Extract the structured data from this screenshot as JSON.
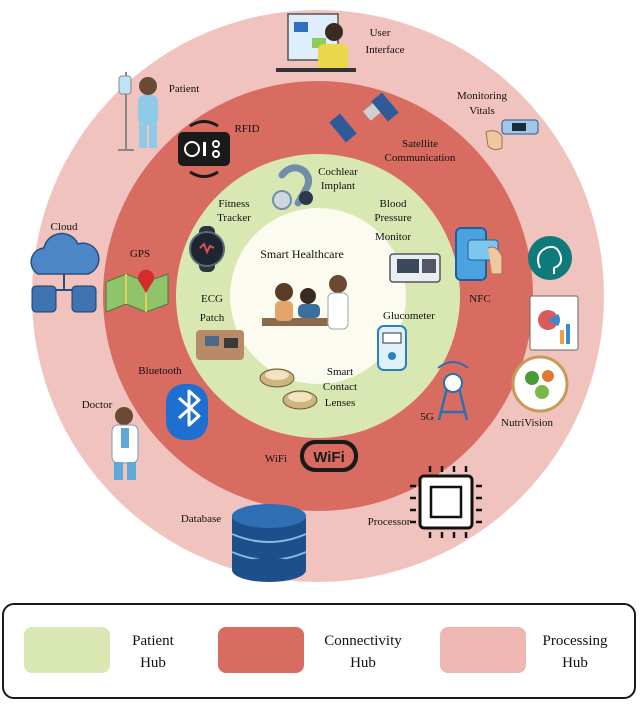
{
  "center": {
    "title": "Smart Healthcare"
  },
  "inner_ring_labels": {
    "fitness": [
      "Fitness",
      "Tracker"
    ],
    "cochlear": [
      "Cochlear",
      "Implant"
    ],
    "bp": [
      "Blood",
      "Pressure",
      "Monitor"
    ],
    "ecg": [
      "ECG",
      "Patch"
    ],
    "glucometer": [
      "Glucometer"
    ],
    "lenses": [
      "Smart",
      "Contact",
      "Lenses"
    ]
  },
  "middle_ring_labels": {
    "rfid": "RFID",
    "satellite": [
      "Satellite",
      "Communication"
    ],
    "gps": "GPS",
    "nfc": "NFC",
    "bluetooth": "Bluetooth",
    "fiveg": "5G",
    "wifi": "WiFi",
    "wifi_logo": "WiFi"
  },
  "outer_ring_labels": {
    "user_interface": [
      "User",
      "Interface"
    ],
    "patient": "Patient",
    "monitoring": [
      "Monitoring",
      "Vitals"
    ],
    "cloud": "Cloud",
    "nutrivision": "NutriVision",
    "doctor": "Doctor",
    "database": "Database",
    "processor": "Processor"
  },
  "legend": [
    {
      "line1": "Patient",
      "line2": "Hub",
      "color": "#d9e8b2"
    },
    {
      "line1": "Connectivity",
      "line2": "Hub",
      "color": "#d96c61"
    },
    {
      "line1": "Processing",
      "line2": "Hub",
      "color": "#eeb7b1"
    }
  ],
  "colors": {
    "outer_ring": "#f1c3be",
    "middle_ring": "#d96c61",
    "inner_ring": "#d9e8b2",
    "center": "#fbfbef"
  }
}
